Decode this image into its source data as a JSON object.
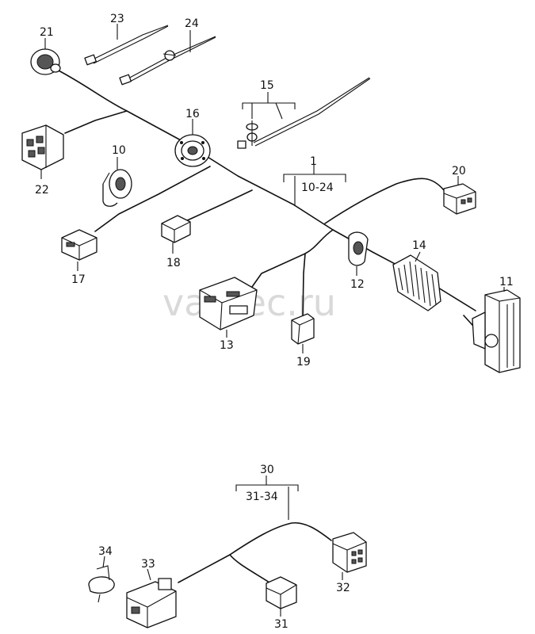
{
  "watermark": "vagtec.ru",
  "callouts": {
    "p1": "1",
    "p1_range": "10-24",
    "p10": "10",
    "p11": "11",
    "p12": "12",
    "p13": "13",
    "p14": "14",
    "p15": "15",
    "p16": "16",
    "p17": "17",
    "p18": "18",
    "p19": "19",
    "p20": "20",
    "p21": "21",
    "p22": "22",
    "p23": "23",
    "p24": "24",
    "p30": "30",
    "p30_range": "31-34",
    "p31": "31",
    "p32": "32",
    "p33": "33",
    "p34": "34"
  }
}
